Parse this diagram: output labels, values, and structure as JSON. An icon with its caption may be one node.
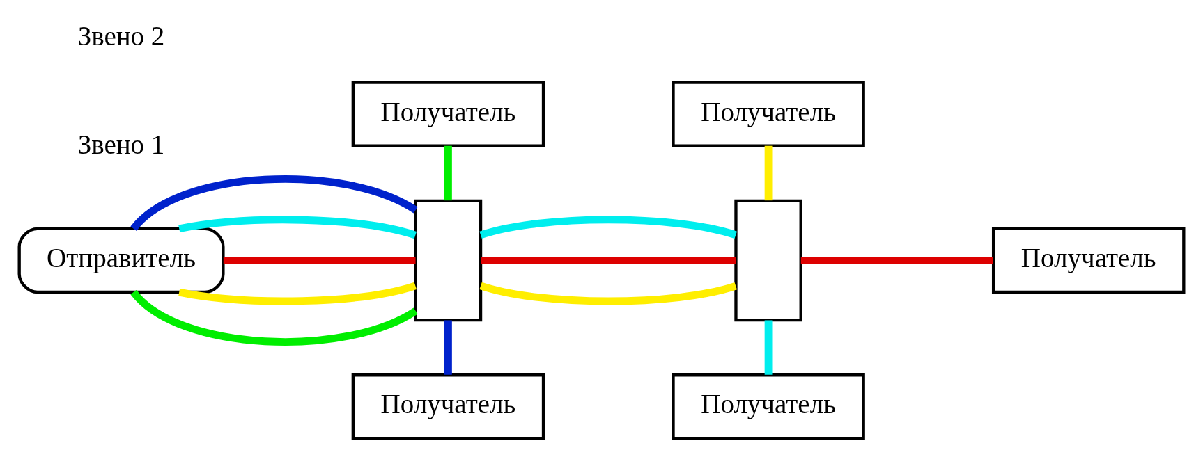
{
  "diagram": {
    "nodes": [
      {
        "text": [
          "Отправитель"
        ]
      },
      {
        "text": [
          "Получатель"
        ]
      },
      {
        "text": [],
        "shape": "box"
      },
      {
        "text": [
          "Получатель"
        ]
      },
      {
        "text": [
          "Получатель"
        ]
      },
      {
        "text": [],
        "shape": "box"
      },
      {
        "text": [
          "Получатель"
        ]
      },
      {
        "text": [
          "Получатель"
        ]
      }
    ],
    "edges": [
      {
        "from": 0,
        "to": 2,
        "arrow": "none",
        "color": "#00ee00"
      },
      {
        "from": 0,
        "to": 2,
        "arrow": "none",
        "color": "#ffee00"
      },
      {
        "from": 0,
        "to": 2,
        "arrow": "none",
        "color": "#dd0000"
      },
      {
        "from": 0,
        "to": 2,
        "arrow": "none",
        "color": "#00eeee"
      },
      {
        "from": 0,
        "to": 2,
        "arrow": "none",
        "color": "#0022cc"
      },
      {
        "from": 1,
        "to": 2,
        "arrow": "none",
        "color": "#00ee00"
      },
      {
        "from": 2,
        "to": 3,
        "arrow": "none",
        "color": "#0022cc"
      },
      {
        "from": 2,
        "to": 5,
        "arrow": "none",
        "color": "#ffee00"
      },
      {
        "from": 2,
        "to": 5,
        "arrow": "none",
        "color": "#dd0000"
      },
      {
        "from": 2,
        "to": 5,
        "arrow": "none",
        "color": "#00eeee"
      },
      {
        "from": 4,
        "to": 5,
        "arrow": "none",
        "color": "#ffee00"
      },
      {
        "from": 5,
        "to": 6,
        "arrow": "none",
        "color": "#dd0000"
      },
      {
        "from": 5,
        "to": 7,
        "arrow": "none",
        "color": "#00eeee"
      }
    ],
    "labels": [
      "Звено 1",
      "Звено 2"
    ]
  }
}
